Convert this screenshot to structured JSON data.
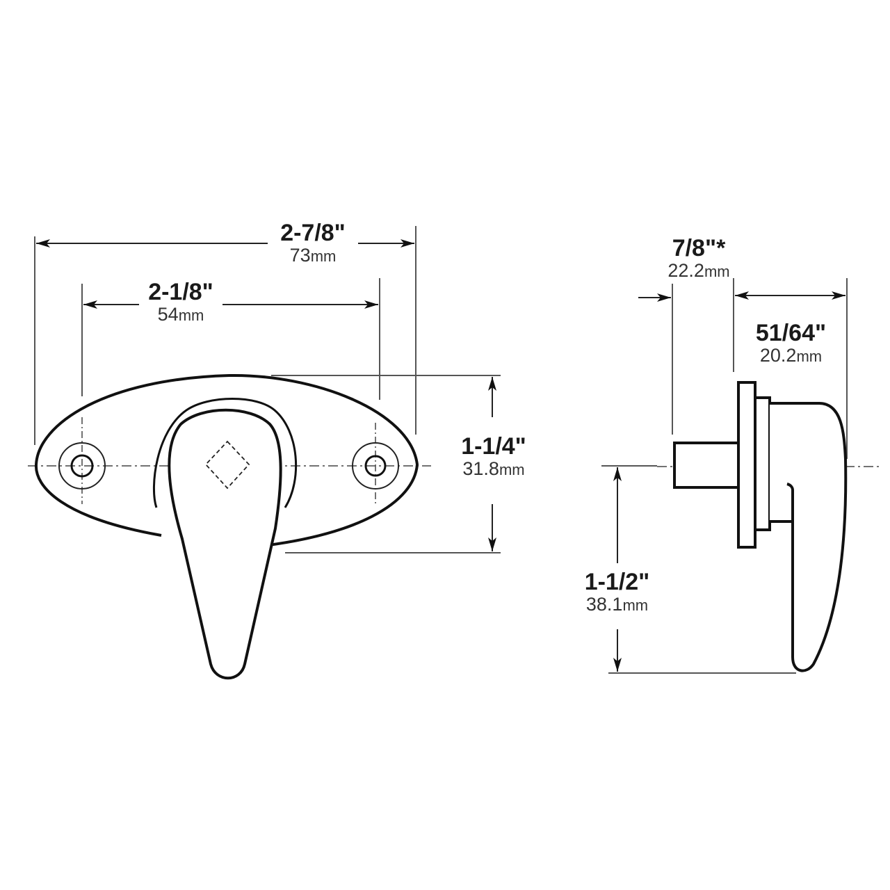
{
  "diagram": {
    "title": "",
    "views": [
      {
        "name": "front-view",
        "description": "Oval base plate with lever handle and two mounting holes"
      },
      {
        "name": "side-view",
        "description": "Side profile showing spindle, base plates and handle"
      }
    ],
    "dimensions": {
      "overall_width": {
        "imperial": "2-7/8\"",
        "metric_value": "73",
        "metric_unit": "mm"
      },
      "hole_spacing": {
        "imperial": "2-1/8\"",
        "metric_value": "54",
        "metric_unit": "mm"
      },
      "plate_height": {
        "imperial": "1-1/4\"",
        "metric_value": "31.8",
        "metric_unit": "mm"
      },
      "spindle_length": {
        "imperial": "7/8\"*",
        "metric_value": "22.2",
        "metric_unit": "mm"
      },
      "handle_depth": {
        "imperial": "51/64\"",
        "metric_value": "20.2",
        "metric_unit": "mm"
      },
      "handle_drop": {
        "imperial": "1-1/2\"",
        "metric_value": "38.1",
        "metric_unit": "mm"
      }
    },
    "colors": {
      "line": "#111111",
      "dim_line": "#333333",
      "background": "#ffffff"
    }
  }
}
